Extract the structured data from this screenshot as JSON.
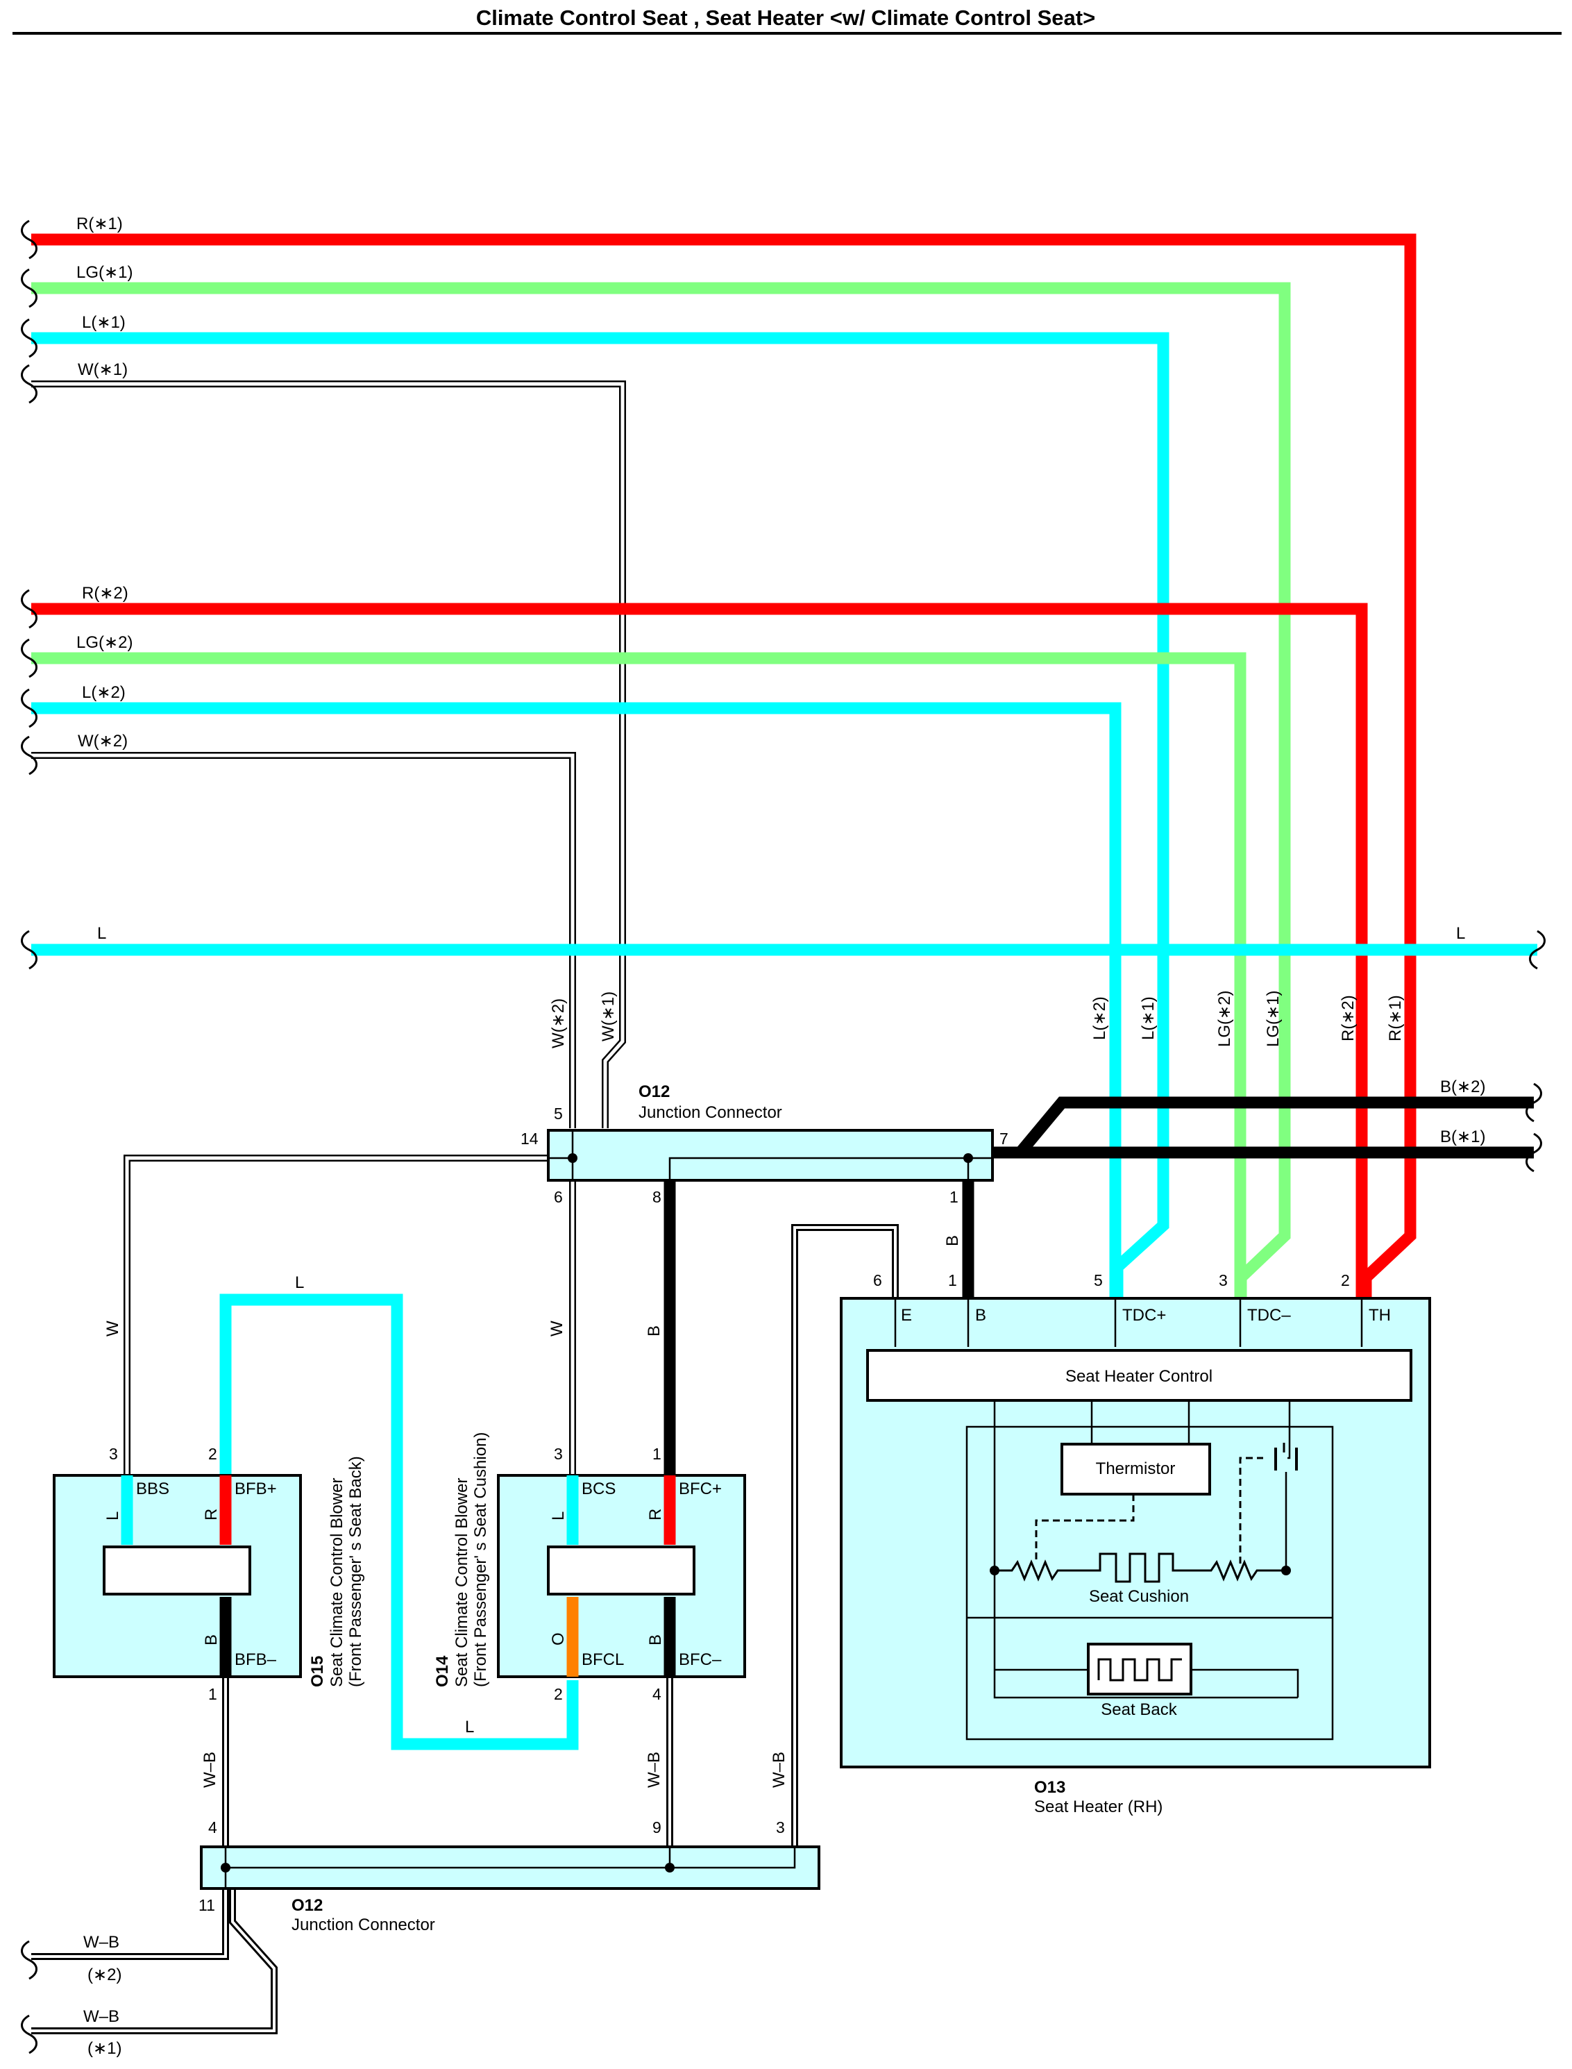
{
  "title": "Climate Control Seat , Seat Heater <w/ Climate Control Seat>",
  "colors": {
    "red": "#ff0000",
    "light_green": "#80ff80",
    "blue": "#00ffff",
    "black": "#000000",
    "orange": "#ff8000",
    "component_fill": "#ccffff"
  },
  "left_wires": {
    "r1": "R(∗1)",
    "lg1": "LG(∗1)",
    "l1": "L(∗1)",
    "w1": "W(∗1)",
    "r2": "R(∗2)",
    "lg2": "LG(∗2)",
    "l2": "L(∗2)",
    "w2": "W(∗2)",
    "l": "L"
  },
  "right_wires": {
    "l": "L",
    "b2": "B(∗2)",
    "b1": "B(∗1)"
  },
  "vertical_labels": {
    "w2": "W(∗2)",
    "w1": "W(∗1)",
    "l2": "L(∗2)",
    "l1": "L(∗1)",
    "lg2": "LG(∗2)",
    "lg1": "LG(∗1)",
    "r2": "R(∗2)",
    "r1": "R(∗1)"
  },
  "junction_top": {
    "code": "O12",
    "name": "Junction Connector",
    "pins": {
      "p5": "5",
      "p14": "14",
      "p7": "7",
      "p6": "6",
      "p8": "8",
      "p1": "1"
    }
  },
  "junction_bottom": {
    "code": "O12",
    "name": "Junction Connector",
    "pins": {
      "p4": "4",
      "p9": "9",
      "p3": "3",
      "p11": "11"
    }
  },
  "wire_labels": {
    "w_left": "W",
    "w_mid": "W",
    "b_mid": "B",
    "b_top": "B",
    "l_top": "L",
    "l_bottom": "L",
    "wb_left": "W–B",
    "wb_mid": "W–B",
    "wb_right": "W–B"
  },
  "o15": {
    "code": "O15",
    "name_line1": "Seat Climate Control Blower",
    "name_line2": "(Front Passenger' s Seat Back)",
    "pins": {
      "p3": "3",
      "p2": "2",
      "p1": "1"
    },
    "terminals": {
      "bbs": "BBS",
      "bfb_plus": "BFB+",
      "bfb_minus": "BFB–"
    },
    "colors": {
      "l": "L",
      "r": "R",
      "b": "B"
    }
  },
  "o14": {
    "code": "O14",
    "name_line1": "Seat Climate Control Blower",
    "name_line2": "(Front Passenger' s Seat Cushion)",
    "pins": {
      "p3": "3",
      "p1": "1",
      "p2": "2",
      "p4": "4"
    },
    "terminals": {
      "bcs": "BCS",
      "bfc_plus": "BFC+",
      "bfcl": "BFCL",
      "bfc_minus": "BFC–"
    },
    "colors": {
      "l": "L",
      "r": "R",
      "o": "O",
      "b": "B"
    }
  },
  "o13": {
    "code": "O13",
    "name": "Seat Heater (RH)",
    "control": "Seat Heater Control",
    "thermistor": "Thermistor",
    "cushion": "Seat Cushion",
    "back": "Seat Back",
    "pins": {
      "p6": "6",
      "p1": "1",
      "p5": "5",
      "p3": "3",
      "p2": "2"
    },
    "terminals": {
      "e": "E",
      "b": "B",
      "tdc_plus": "TDC+",
      "tdc_minus": "TDC–",
      "th": "TH"
    }
  },
  "ground": {
    "wb2": "W–B",
    "star2": "(∗2)",
    "wb1": "W–B",
    "star1": "(∗1)"
  }
}
